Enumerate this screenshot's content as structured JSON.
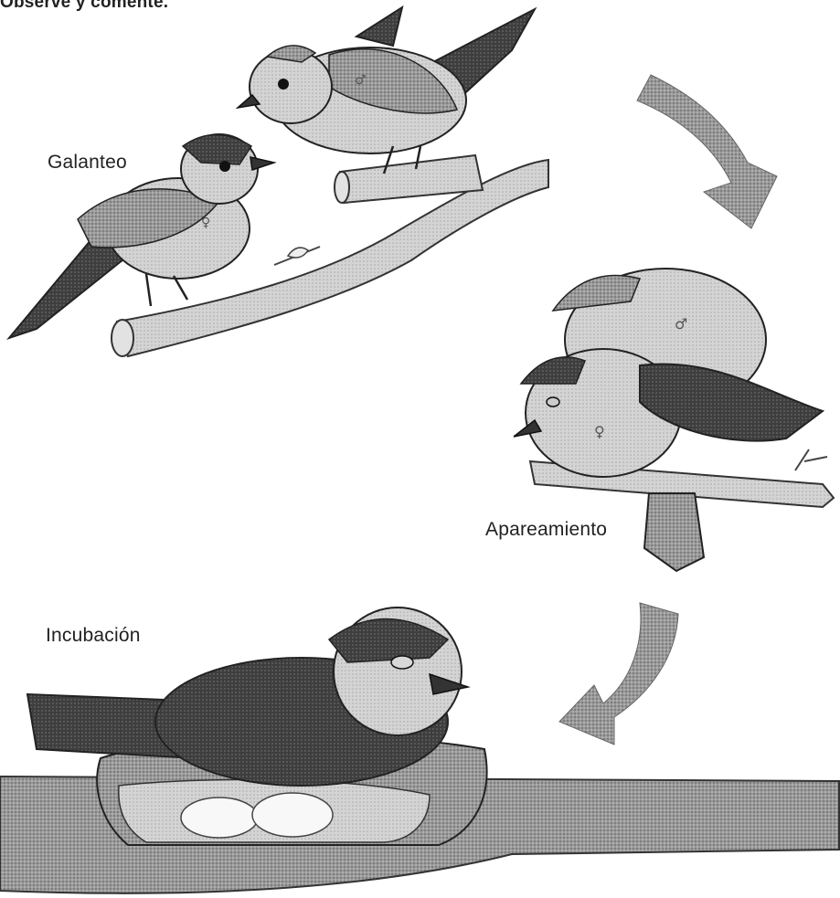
{
  "instruction": "Observe y comente.",
  "stages": {
    "courtship": {
      "label": "Galanteo",
      "male_symbol": "♂",
      "female_symbol": "♀"
    },
    "mating": {
      "label": "Apareamiento",
      "male_symbol": "♂",
      "female_symbol": "♀"
    },
    "incubation": {
      "label": "Incubación"
    }
  },
  "colors": {
    "ink": "#222222",
    "arrow": "#8a8a8a",
    "bird_light": "#d6d6d6",
    "bird_dark": "#3a3a3a",
    "branch": "#b5b5b5"
  }
}
